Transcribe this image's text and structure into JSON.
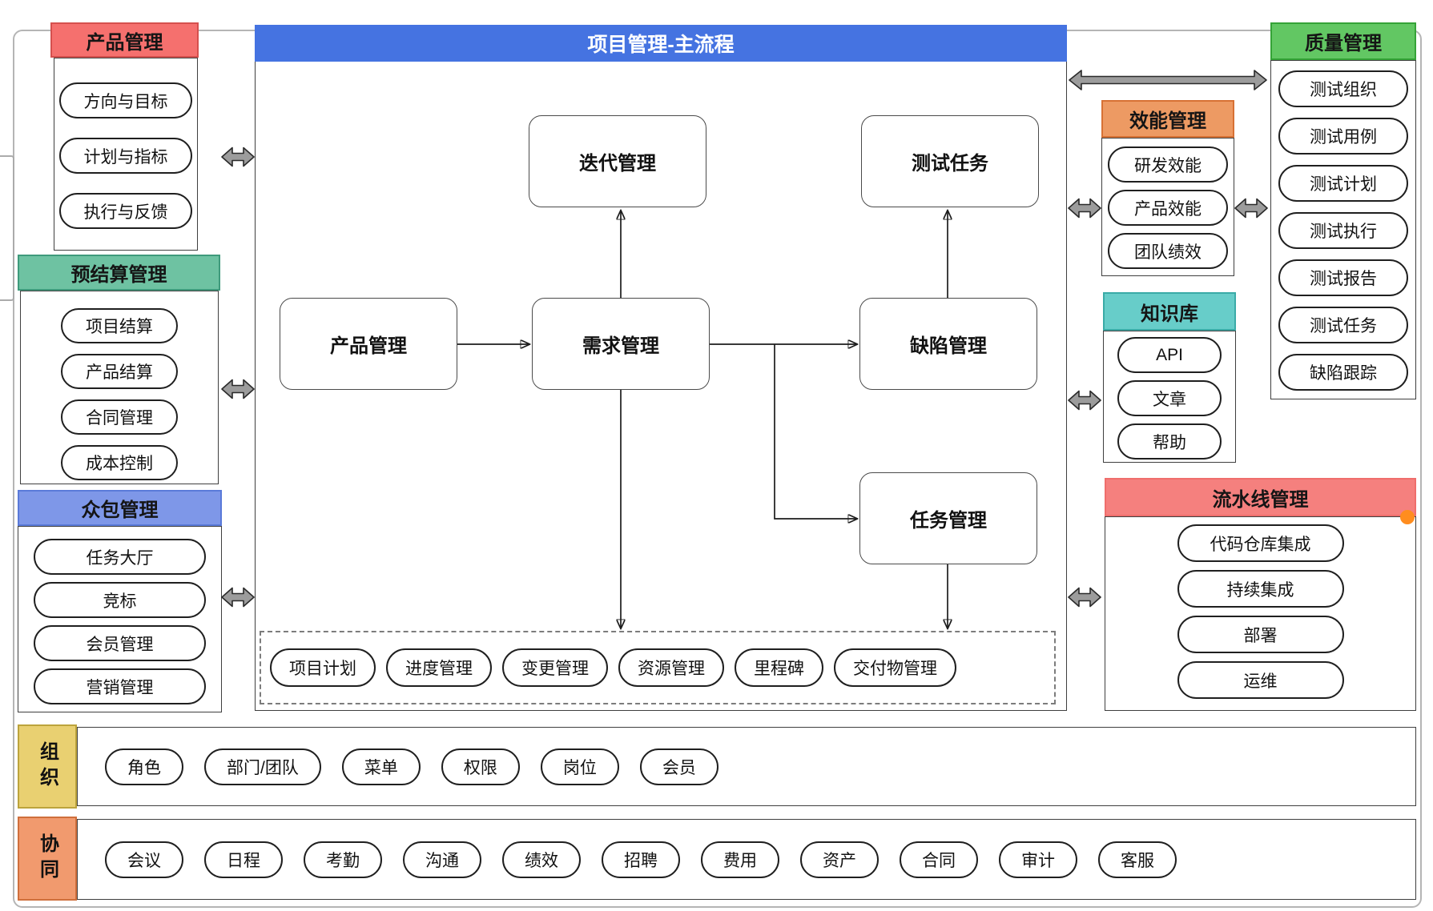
{
  "canvas": {
    "bg": "#ffffff",
    "frame_border": "#b5b5b5"
  },
  "colors": {
    "arrow_fill": "#9c9c9c",
    "arrow_stroke": "#2a2a2a",
    "connector": "#1c1c1c",
    "pipeline_dot": "#ff8d1f",
    "main_title_text": "#ffffff"
  },
  "left_column": {
    "product": {
      "title": "产品管理",
      "fill": "#f5706e",
      "border": "#d5504e",
      "items": [
        "方向与目标",
        "计划与指标",
        "执行与反馈"
      ]
    },
    "budget": {
      "title": "预结算管理",
      "fill": "#6ec2a2",
      "border": "#3f9a7c",
      "items": [
        "项目结算",
        "产品结算",
        "合同管理",
        "成本控制"
      ]
    },
    "crowd": {
      "title": "众包管理",
      "fill": "#7e97e8",
      "border": "#5a7ad9",
      "items": [
        "任务大厅",
        "竞标",
        "会员管理",
        "营销管理"
      ]
    }
  },
  "main_flow": {
    "title": "项目管理-主流程",
    "fill": "#4573e1",
    "nodes": {
      "iteration": "迭代管理",
      "test_task": "测试任务",
      "product": "产品管理",
      "requirement": "需求管理",
      "defect": "缺陷管理",
      "task": "任务管理"
    },
    "sub_process_items": [
      "项目计划",
      "进度管理",
      "变更管理",
      "资源管理",
      "里程碑",
      "交付物管理"
    ]
  },
  "efficiency": {
    "title": "效能管理",
    "fill": "#ed9a63",
    "border": "#d77134",
    "items": [
      "研发效能",
      "产品效能",
      "团队绩效"
    ]
  },
  "knowledge": {
    "title": "知识库",
    "fill": "#67cdc9",
    "border": "#3aaba7",
    "items": [
      "API",
      "文章",
      "帮助"
    ]
  },
  "quality": {
    "title": "质量管理",
    "fill": "#62c763",
    "border": "#35a337",
    "items": [
      "测试组织",
      "测试用例",
      "测试计划",
      "测试执行",
      "测试报告",
      "测试任务",
      "缺陷跟踪"
    ]
  },
  "pipeline": {
    "title": "流水线管理",
    "fill": "#f5807e",
    "border": "#ef6e6c",
    "items": [
      "代码仓库集成",
      "持续集成",
      "部署",
      "运维"
    ]
  },
  "organization": {
    "title": "组织",
    "fill": "#e9d071",
    "border": "#bca33c",
    "items": [
      "角色",
      "部门/团队",
      "菜单",
      "权限",
      "岗位",
      "会员"
    ]
  },
  "collaboration": {
    "title": "协同",
    "fill": "#f19a6e",
    "border": "#cf6f3c",
    "items": [
      "会议",
      "日程",
      "考勤",
      "沟通",
      "绩效",
      "招聘",
      "费用",
      "资产",
      "合同",
      "审计",
      "客服"
    ]
  }
}
